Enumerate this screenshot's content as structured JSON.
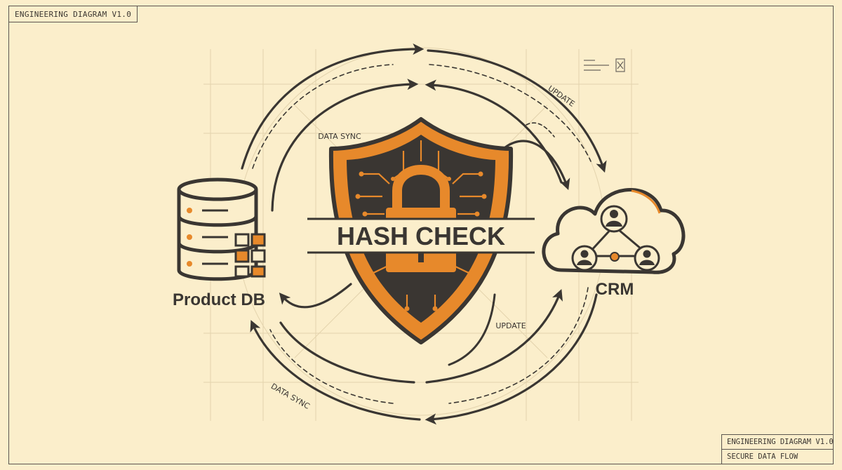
{
  "header": {
    "tag": "ENGINEERING DIAGRAM V1.0"
  },
  "footer": {
    "line1": "ENGINEERING DIAGRAM V1.0",
    "line2": "SECURE DATA FLOW"
  },
  "nodes": {
    "left": {
      "label": "Product DB"
    },
    "center": {
      "label": "HASH CHECK"
    },
    "right": {
      "label": "CRM"
    }
  },
  "flow_labels": {
    "top_left": "DATA SYNC",
    "top_right": "UPDATE",
    "bottom_left": "DATA SYNC",
    "bottom_right": "UPDATE"
  },
  "colors": {
    "background": "#fbeecb",
    "ink": "#3a3632",
    "accent": "#e7892b"
  }
}
